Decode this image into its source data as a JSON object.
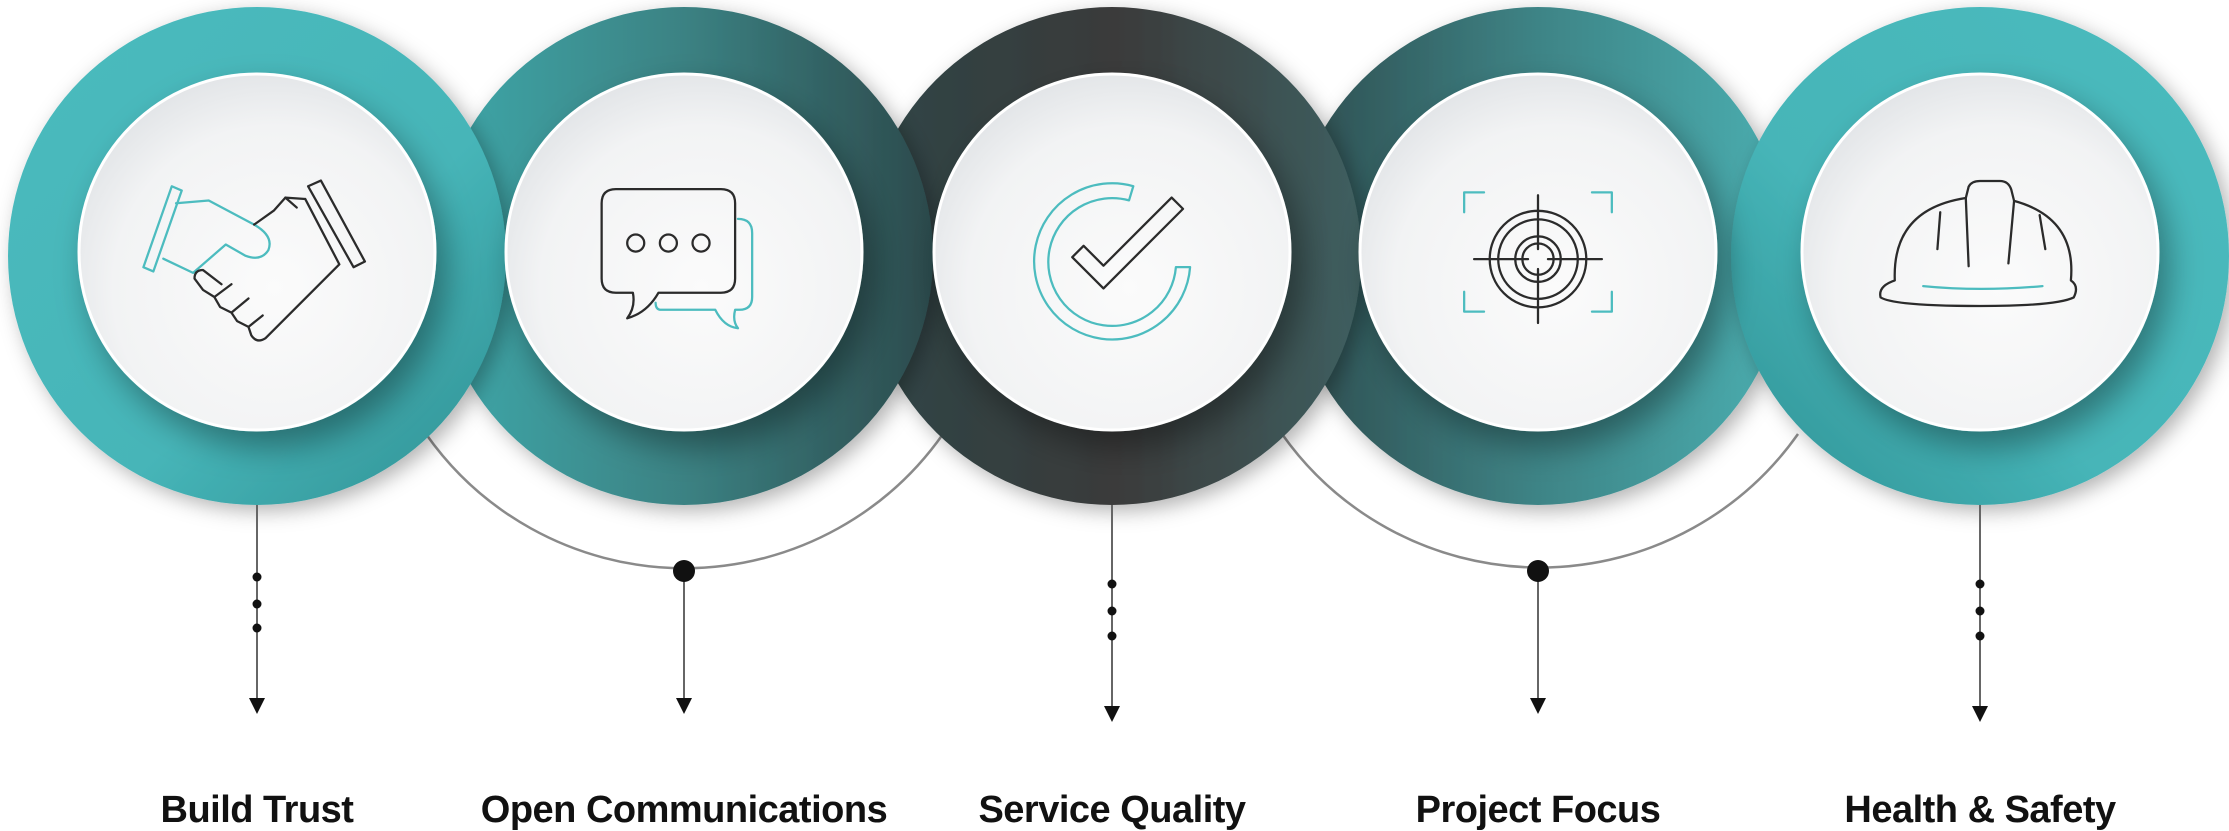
{
  "steps": [
    {
      "label": "Build Trust",
      "icon": "handshake-icon",
      "connector": "dotted-arrow"
    },
    {
      "label": "Open Communications",
      "icon": "chat-bubbles-icon",
      "connector": "arc-node-arrow"
    },
    {
      "label": "Service Quality",
      "icon": "check-circle-icon",
      "connector": "dotted-arrow"
    },
    {
      "label": "Project Focus",
      "icon": "target-icon",
      "connector": "arc-node-arrow"
    },
    {
      "label": "Health & Safety",
      "icon": "hard-hat-icon",
      "connector": "dotted-arrow"
    }
  ],
  "colors": {
    "teal": "#48b8bb",
    "dark_teal": "#2f5456",
    "charcoal": "#3a3d3d",
    "icon_accent": "#4cbcbf",
    "text": "#111111"
  }
}
